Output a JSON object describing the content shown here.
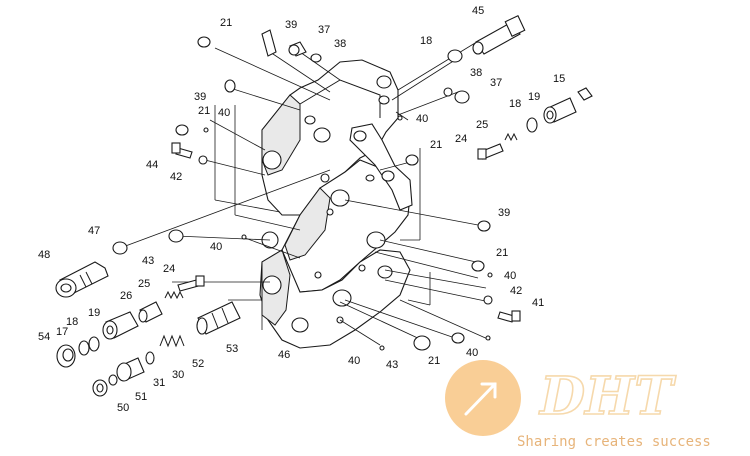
{
  "callouts": [
    "21",
    "39",
    "37",
    "38",
    "45",
    "18",
    "38",
    "37",
    "15",
    "39",
    "21",
    "40",
    "18",
    "19",
    "40",
    "25",
    "24",
    "44",
    "21",
    "42",
    "39",
    "47",
    "43",
    "40",
    "21",
    "48",
    "24",
    "40",
    "25",
    "42",
    "26",
    "41",
    "19",
    "18",
    "17",
    "54",
    "52",
    "53",
    "46",
    "40",
    "43",
    "21",
    "40",
    "30",
    "31",
    "51",
    "50"
  ],
  "watermark": {
    "logo_text": "DHT",
    "tagline": "Sharing creates success",
    "accent_color": "#f4a640"
  }
}
